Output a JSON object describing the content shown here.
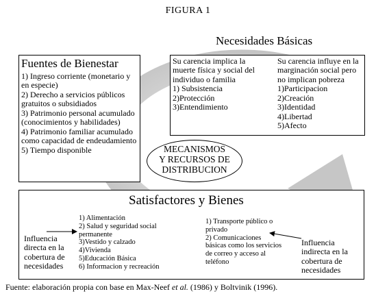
{
  "figure_label": "FIGURA 1",
  "fuentes": {
    "title": "Fuentes de Bienestar",
    "items": [
      "1) Ingreso corriente (monetario y en especie)",
      "2) Derecho a servicios públicos gratuitos o subsidiados",
      "3) Patrimonio personal acumulado (conocimientos y habilidades)",
      "4) Patrimonio familiar acumulado como capacidad de endeudamiento",
      "5) Tiempo disponible"
    ]
  },
  "necesidades": {
    "title": "Necesidades Básicas",
    "left_heading": "Su carencia implica la muerte física y social del individuo o familia",
    "left_items": [
      "1) Subsistencia",
      "2)Protección",
      "3)Entendimiento"
    ],
    "right_heading": "Su carencia influye en la marginación social pero no implican pobreza",
    "right_items": [
      "1)Participacion",
      "2)Creación",
      "3)Identidad",
      "4)Libertad",
      "5)Afecto"
    ]
  },
  "mecanismos": {
    "lines": [
      "MECANISMOS",
      "Y RECURSOS DE",
      "DISTRIBUCION"
    ]
  },
  "satisfactores": {
    "title": "Satisfactores y Bienes",
    "left_influence": "Influencia directa en la cobertura de necesidades",
    "directos": [
      "1) Alimentación",
      "2) Salud y seguridad social permanente",
      "3)Vestido y calzado",
      "4)Vivienda",
      "5)Educación Básica",
      "6) Informacion y recreación"
    ],
    "indirectos": [
      "1) Transporte público o privado",
      "2) Comunicaciones básicas como los servicios de correo y acceso al teléfono"
    ],
    "right_influence": "Influencia indirecta en la cobertura de necesidades"
  },
  "source": {
    "prefix": "Fuente: elaboración propia con base en Max-Neef ",
    "etal": "et al.",
    "suffix": " (1986) y Boltvinik (1996)."
  },
  "colors": {
    "arrow_fill": "#c8c8c8",
    "arrow_inner": "#e2e2e2",
    "line": "#000000"
  }
}
